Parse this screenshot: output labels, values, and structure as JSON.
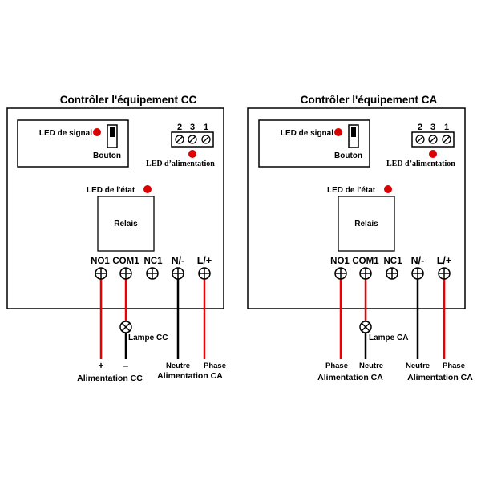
{
  "panels": [
    {
      "title": "Contrôler l'équipement CC",
      "led_signal": "LED de signal",
      "button": "Bouton",
      "pin_numbers": [
        "2",
        "3",
        "1"
      ],
      "led_power": "LED d’alimentation",
      "led_state": "LED de l'état",
      "relay": "Relais",
      "terminals": [
        "NO1",
        "COM1",
        "NC1",
        "N/-",
        "L/+"
      ],
      "lamp": "Lampe CC",
      "wire_labels": [
        "+",
        "–",
        "Neutre",
        "Phase"
      ],
      "supply_left": "Alimentation CC",
      "supply_right": "Alimentation CA"
    },
    {
      "title": "Contrôler l'équipement CA",
      "led_signal": "LED de signal",
      "button": "Bouton",
      "pin_numbers": [
        "2",
        "3",
        "1"
      ],
      "led_power": "LED d’alimentation",
      "led_state": "LED de l'état",
      "relay": "Relais",
      "terminals": [
        "NO1",
        "COM1",
        "NC1",
        "N/-",
        "L/+"
      ],
      "lamp": "Lampe CA",
      "wire_labels": [
        "Phase",
        "Neutre",
        "Neutre",
        "Phase"
      ],
      "supply_left": "Alimentation CA",
      "supply_right": "Alimentation CA"
    }
  ],
  "colors": {
    "led": "#dd0000",
    "wire_live": "#ee0000",
    "wire_neutral": "#000000",
    "border": "#000000"
  }
}
